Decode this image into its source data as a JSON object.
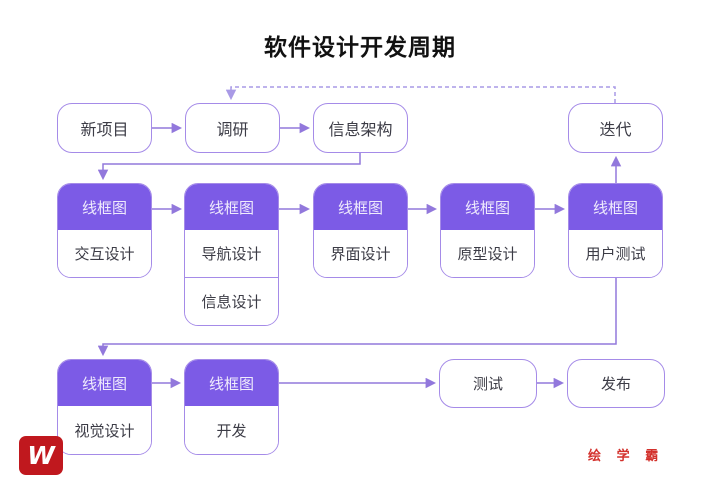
{
  "title": "软件设计开发周期",
  "nodes": {
    "new_project": {
      "label": "新项目"
    },
    "research": {
      "label": "调研"
    },
    "info_architecture": {
      "label": "信息架构"
    },
    "iteration": {
      "label": "迭代"
    },
    "interaction_design": {
      "header": "线框图",
      "body": "交互设计"
    },
    "navigation_design": {
      "header": "线框图",
      "body": "导航设计",
      "body2": "信息设计"
    },
    "interface_design": {
      "header": "线框图",
      "body": "界面设计"
    },
    "prototype_design": {
      "header": "线框图",
      "body": "原型设计"
    },
    "user_testing": {
      "header": "线框图",
      "body": "用户测试"
    },
    "visual_design": {
      "header": "线框图",
      "body": "视觉设计"
    },
    "development": {
      "header": "线框图",
      "body": "开发"
    },
    "testing": {
      "label": "测试"
    },
    "release": {
      "label": "发布"
    }
  },
  "branding": {
    "logo_glyph": "W",
    "brand_name": "绘 学 霸"
  },
  "colors": {
    "header_fill": "#7c5be6",
    "box_border": "#a58be8",
    "connector": "#9278dc",
    "dashed_connector": "#a99ae6",
    "brand_red": "#d3312c",
    "logo_red": "#c0181e"
  }
}
